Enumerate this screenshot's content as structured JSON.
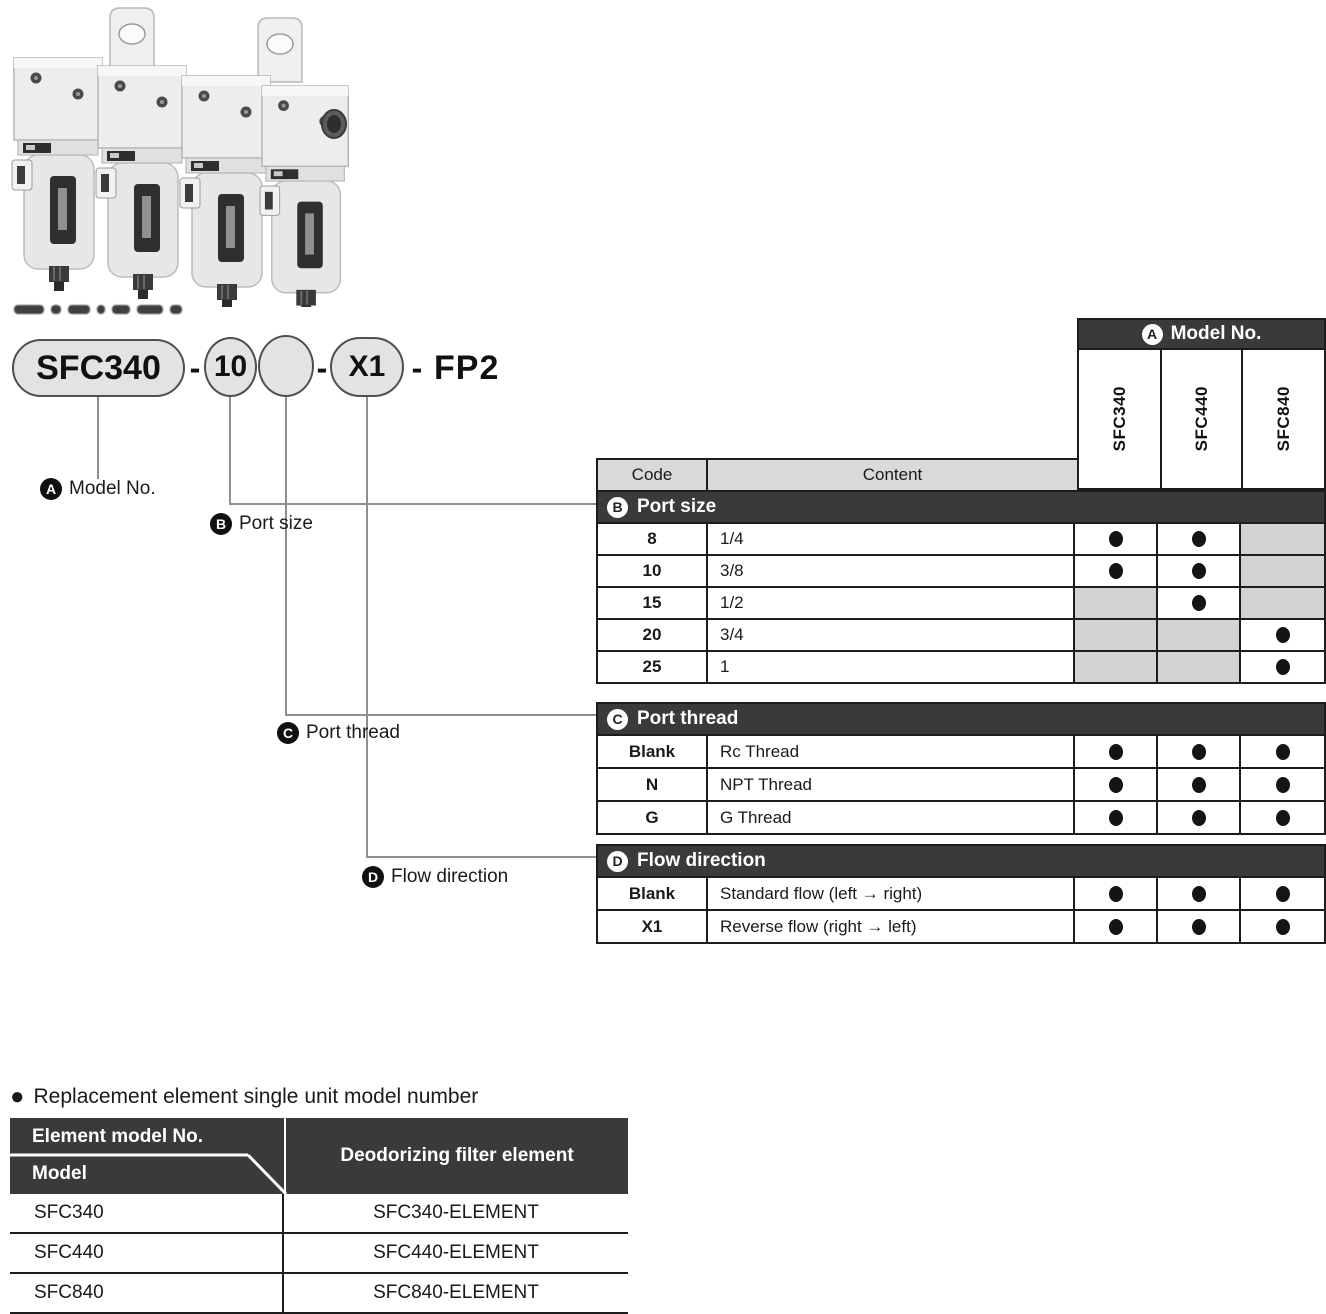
{
  "model_number": {
    "model": "SFC340",
    "dash": "-",
    "port_size": "10",
    "port_thread": "",
    "flow_direction": "X1",
    "suffix": "FP2"
  },
  "callouts": {
    "a": {
      "letter": "A",
      "label": "Model No."
    },
    "b": {
      "letter": "B",
      "label": "Port size"
    },
    "c": {
      "letter": "C",
      "label": "Port thread"
    },
    "d": {
      "letter": "D",
      "label": "Flow direction"
    }
  },
  "table": {
    "model_header": {
      "letter": "A",
      "label": "Model No."
    },
    "models": [
      "SFC340",
      "SFC440",
      "SFC840"
    ],
    "columns": {
      "code": "Code",
      "content": "Content"
    },
    "sections": [
      {
        "letter": "B",
        "title": "Port size",
        "rows": [
          {
            "code": "8",
            "content": "1/4",
            "avail": [
              "dot",
              "dot",
              "na"
            ]
          },
          {
            "code": "10",
            "content": "3/8",
            "avail": [
              "dot",
              "dot",
              "na"
            ]
          },
          {
            "code": "15",
            "content": "1/2",
            "avail": [
              "na",
              "dot",
              "na"
            ]
          },
          {
            "code": "20",
            "content": "3/4",
            "avail": [
              "na",
              "na",
              "dot"
            ]
          },
          {
            "code": "25",
            "content": "1",
            "avail": [
              "na",
              "na",
              "dot"
            ]
          }
        ]
      },
      {
        "letter": "C",
        "title": "Port thread",
        "rows": [
          {
            "code": "Blank",
            "content": "Rc Thread",
            "avail": [
              "dot",
              "dot",
              "dot"
            ]
          },
          {
            "code": "N",
            "content": "NPT Thread",
            "avail": [
              "dot",
              "dot",
              "dot"
            ]
          },
          {
            "code": "G",
            "content": "G Thread",
            "avail": [
              "dot",
              "dot",
              "dot"
            ]
          }
        ]
      },
      {
        "letter": "D",
        "title": "Flow direction",
        "rows": [
          {
            "code": "Blank",
            "content": "Standard flow (left → right)",
            "avail": [
              "dot",
              "dot",
              "dot"
            ]
          },
          {
            "code": "X1",
            "content": "Reverse flow (right → left)",
            "avail": [
              "dot",
              "dot",
              "dot"
            ]
          }
        ]
      }
    ]
  },
  "replacement": {
    "bullet": "●",
    "title": "Replacement element single unit model number",
    "header": {
      "group": "Element model No.",
      "model": "Model",
      "element": "Deodorizing filter element"
    },
    "rows": [
      {
        "model": "SFC340",
        "element": "SFC340-ELEMENT"
      },
      {
        "model": "SFC440",
        "element": "SFC440-ELEMENT"
      },
      {
        "model": "SFC840",
        "element": "SFC840-ELEMENT"
      }
    ]
  },
  "colors": {
    "section_header_bg": "#3a3a3c",
    "column_header_bg": "#d9d9d9",
    "disabled_cell_bg": "#d2d3d2",
    "table_border": "#1c1c1e",
    "availability_dot": "#141414",
    "bubble_fill": "#e3e3e3"
  }
}
